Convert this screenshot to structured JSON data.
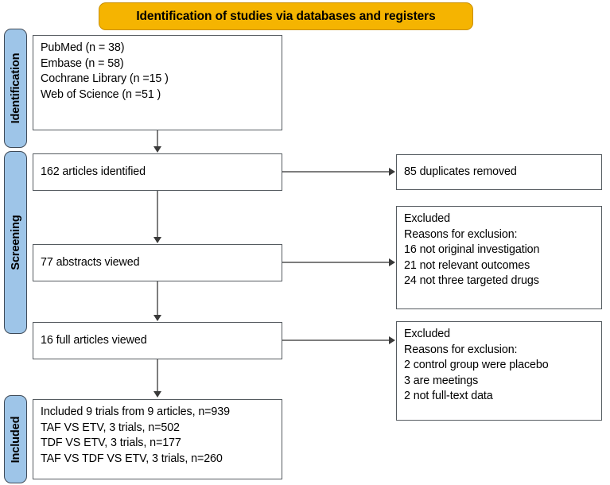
{
  "banner": {
    "title": "Identification of studies via databases and registers",
    "color": "#f5b401"
  },
  "stages": {
    "identification": "Identification",
    "screening": "Screening",
    "included": "Included",
    "color": "#9ec5e8"
  },
  "boxes": {
    "databases": "PubMed (n = 38)\nEmbase (n = 58)\nCochrane Library (n =15 )\nWeb of Science (n =51 )",
    "identified": "162 articles identified",
    "duplicates": "85 duplicates removed",
    "abstracts": "77 abstracts viewed",
    "excluded_screening": "Excluded\nReasons for exclusion:\n16 not original investigation\n21 not relevant outcomes\n24 not three targeted drugs",
    "full_articles": "16 full articles viewed",
    "excluded_eligibility": "Excluded\nReasons for exclusion:\n2 control group were placebo\n3 are meetings\n2 not full-text data",
    "included": "Included 9 trials from 9 articles, n=939\nTAF VS ETV, 3 trials, n=502\nTDF VS ETV, 3 trials, n=177\nTAF VS TDF VS ETV, 3 trials, n=260"
  },
  "flow_data": {
    "type": "prisma-flow-diagram",
    "sources": [
      {
        "name": "PubMed",
        "n": 38
      },
      {
        "name": "Embase",
        "n": 58
      },
      {
        "name": "Cochrane Library",
        "n": 15
      },
      {
        "name": "Web of Science",
        "n": 51
      }
    ],
    "identified_total": 162,
    "duplicates_removed": 85,
    "abstracts_screened": 77,
    "screening_exclusions": [
      {
        "reason": "not original investigation",
        "n": 16
      },
      {
        "reason": "not relevant outcomes",
        "n": 21
      },
      {
        "reason": "not three targeted drugs",
        "n": 24
      }
    ],
    "full_articles_assessed": 16,
    "eligibility_exclusions": [
      {
        "reason": "control group were placebo",
        "n": 2
      },
      {
        "reason": "are meetings",
        "n": 3
      },
      {
        "reason": "not full-text data",
        "n": 2
      }
    ],
    "included_trials": 9,
    "included_articles": 9,
    "included_participants": 939,
    "included_comparisons": [
      {
        "comparison": "TAF VS ETV",
        "trials": 3,
        "n": 502
      },
      {
        "comparison": "TDF VS ETV",
        "trials": 3,
        "n": 177
      },
      {
        "comparison": "TAF VS TDF VS ETV",
        "trials": 3,
        "n": 260
      }
    ]
  }
}
